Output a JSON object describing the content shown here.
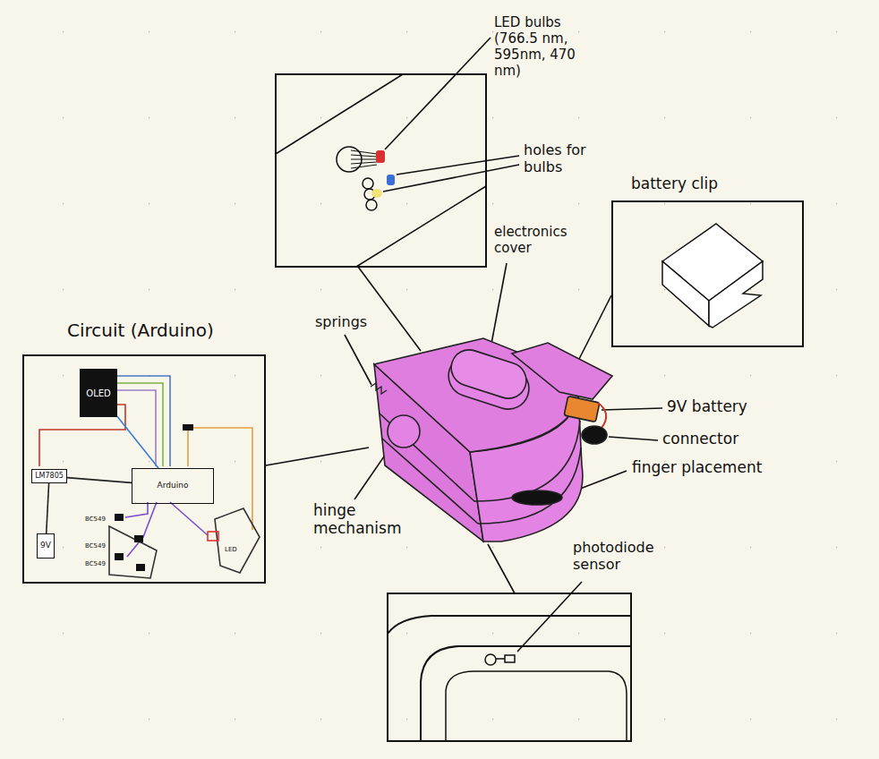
{
  "diagram": {
    "nodes": [
      {
        "text": [
          "battery clip"
        ]
      },
      {
        "text": [
          "Circuit (Arduino)"
        ]
      },
      {
        "text": [
          "OLED"
        ],
        "in": 1
      },
      {
        "text": [
          "LM7805"
        ],
        "in": 1
      },
      {
        "text": [
          "Arduino"
        ],
        "in": 1
      },
      {
        "text": [
          "9V"
        ],
        "in": 1
      }
    ],
    "edges": [
      {
        "from": 5,
        "to": 3,
        "arrow": "none"
      },
      {
        "from": 3,
        "to": 4,
        "arrow": "none"
      },
      {
        "from": 2,
        "to": 4,
        "arrow": "none"
      }
    ],
    "labels": [
      "LED bulbs (766.5 nm, 595nm, 470 nm)",
      "holes for bulbs",
      "electronics cover",
      "springs",
      "9V battery",
      "connector",
      "hinge mechanism",
      "finger placement",
      "photodiode sensor",
      "BC549",
      "BC549",
      "BC549",
      "LED"
    ]
  }
}
